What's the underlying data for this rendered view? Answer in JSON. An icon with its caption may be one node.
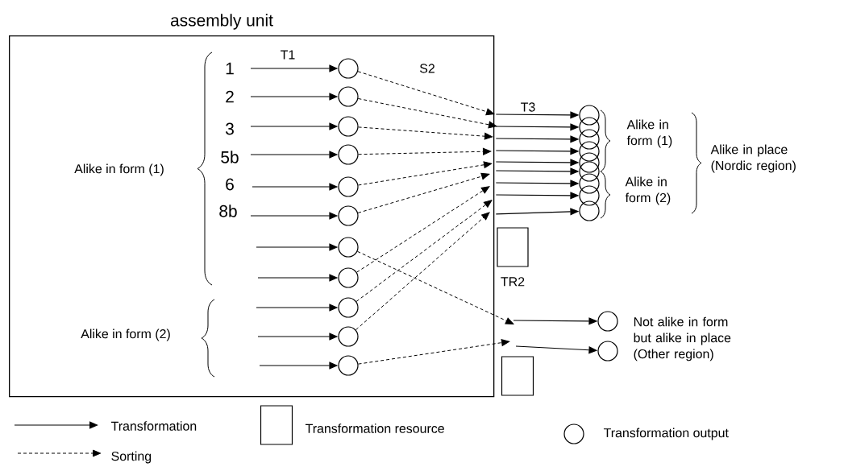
{
  "diagram": {
    "nodes": [
      {
        "text": [
          "assembly unit"
        ]
      },
      {
        "text": [],
        "shape": "circle",
        "in": 0
      },
      {
        "text": [],
        "shape": "circle",
        "in": 0
      },
      {
        "text": [],
        "shape": "circle",
        "in": 0
      },
      {
        "text": [],
        "shape": "circle",
        "in": 0
      },
      {
        "text": [],
        "shape": "circle",
        "in": 0
      },
      {
        "text": [],
        "shape": "circle",
        "in": 0
      },
      {
        "text": [],
        "shape": "circle",
        "in": 0
      },
      {
        "text": [],
        "shape": "circle",
        "in": 0
      },
      {
        "text": [],
        "shape": "circle",
        "in": 0
      },
      {
        "text": [],
        "shape": "circle",
        "in": 0
      },
      {
        "text": [],
        "shape": "circle",
        "in": 0
      },
      {
        "text": [],
        "shape": "circle"
      },
      {
        "text": [],
        "shape": "circle"
      },
      {
        "text": [],
        "shape": "circle"
      },
      {
        "text": [],
        "shape": "circle"
      },
      {
        "text": [],
        "shape": "circle"
      },
      {
        "text": [],
        "shape": "circle"
      },
      {
        "text": [],
        "shape": "circle"
      },
      {
        "text": [],
        "shape": "circle"
      },
      {
        "text": [],
        "shape": "circle"
      },
      {
        "text": [],
        "shape": "box",
        "beside": [
          "TR2"
        ]
      },
      {
        "text": [],
        "shape": "circle"
      },
      {
        "text": [],
        "shape": "circle"
      },
      {
        "text": [],
        "shape": "box"
      }
    ],
    "edges": [
      {
        "from": null,
        "to": 1,
        "arrow": "to",
        "label": "T1"
      },
      {
        "from": null,
        "to": 2,
        "arrow": "to"
      },
      {
        "from": null,
        "to": 3,
        "arrow": "to"
      },
      {
        "from": null,
        "to": 4,
        "arrow": "to"
      },
      {
        "from": null,
        "to": 5,
        "arrow": "to"
      },
      {
        "from": null,
        "to": 6,
        "arrow": "to"
      },
      {
        "from": null,
        "to": 7,
        "arrow": "to"
      },
      {
        "from": null,
        "to": 8,
        "arrow": "to"
      },
      {
        "from": null,
        "to": 9,
        "arrow": "to"
      },
      {
        "from": null,
        "to": 10,
        "arrow": "to"
      },
      {
        "from": null,
        "to": 11,
        "arrow": "to"
      },
      {
        "from": 1,
        "to": null,
        "arrow": "to",
        "style": "dashed"
      },
      {
        "from": 2,
        "to": null,
        "arrow": "to",
        "style": "dashed"
      },
      {
        "from": 3,
        "to": null,
        "arrow": "to",
        "style": "dashed"
      },
      {
        "from": 4,
        "to": null,
        "arrow": "to",
        "style": "dashed"
      },
      {
        "from": 5,
        "to": null,
        "arrow": "to",
        "style": "dashed"
      },
      {
        "from": 6,
        "to": null,
        "arrow": "to",
        "style": "dashed"
      },
      {
        "from": 7,
        "to": null,
        "arrow": "to",
        "style": "dashed"
      },
      {
        "from": 8,
        "to": null,
        "arrow": "to",
        "style": "dashed"
      },
      {
        "from": 9,
        "to": null,
        "arrow": "to",
        "style": "dashed"
      },
      {
        "from": 10,
        "to": null,
        "arrow": "to",
        "style": "dashed"
      },
      {
        "from": 11,
        "to": null,
        "arrow": "to",
        "style": "dashed"
      },
      {
        "from": 0,
        "to": 12,
        "arrow": "to",
        "label": "T3"
      },
      {
        "from": 0,
        "to": 13,
        "arrow": "to"
      },
      {
        "from": 0,
        "to": 14,
        "arrow": "to"
      },
      {
        "from": 0,
        "to": 15,
        "arrow": "to"
      },
      {
        "from": 0,
        "to": 16,
        "arrow": "to"
      },
      {
        "from": 0,
        "to": 17,
        "arrow": "to"
      },
      {
        "from": 0,
        "to": 18,
        "arrow": "to"
      },
      {
        "from": 0,
        "to": 19,
        "arrow": "to"
      },
      {
        "from": 0,
        "to": 20,
        "arrow": "to"
      },
      {
        "from": null,
        "to": 22,
        "arrow": "to"
      },
      {
        "from": null,
        "to": 23,
        "arrow": "to"
      }
    ],
    "labels": [
      "1",
      "2",
      "3",
      "5b",
      "6",
      "8b",
      "S2",
      "Alike in form (1)",
      "Alike in form (1)",
      "Alike in form (2)",
      "Alike in place (Nordic region)",
      "Alike in form (2)",
      "Not alike in form but alike in place (Other region)"
    ],
    "legend": [
      {
        "text": "Transformation"
      },
      {
        "text": "Sorting"
      },
      {
        "text": "Transformation resource"
      },
      {
        "text": "Transformation output"
      }
    ]
  }
}
